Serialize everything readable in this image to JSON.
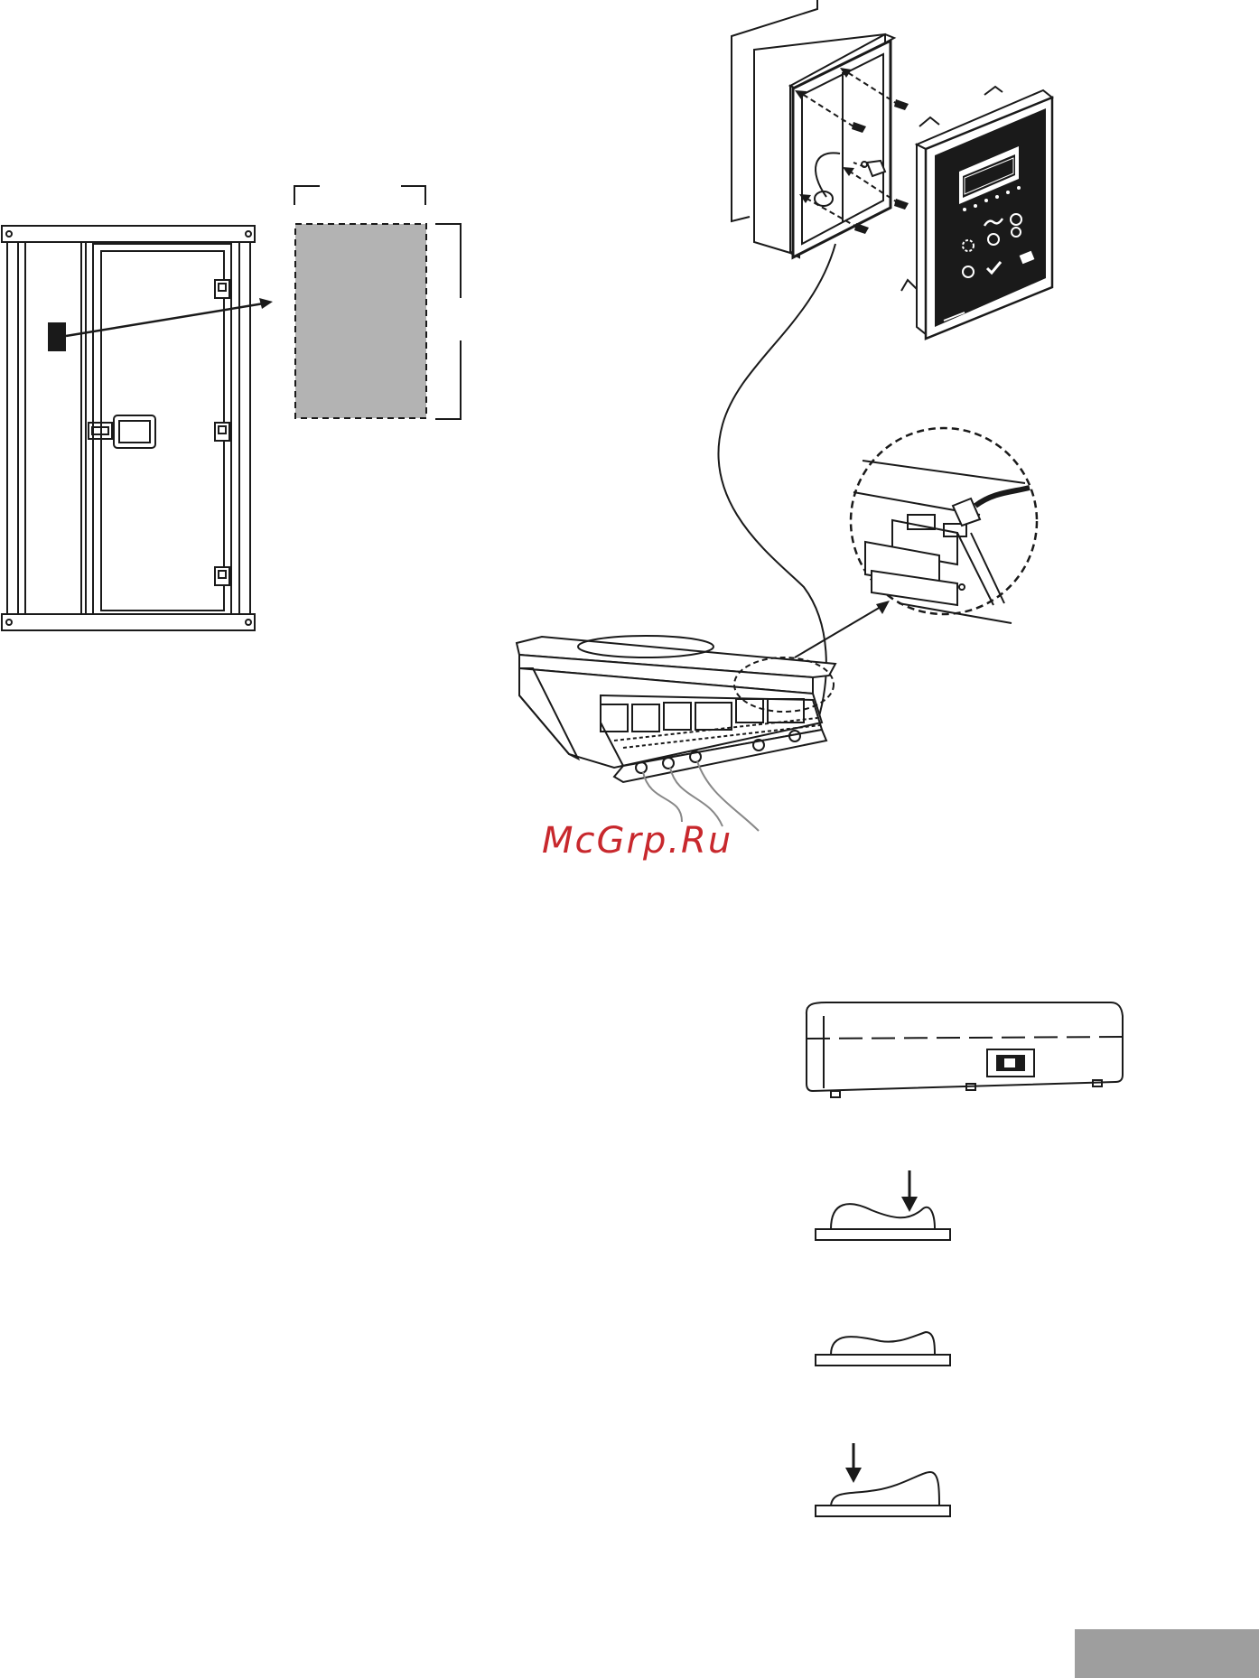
{
  "watermark": {
    "text": "McGrp.Ru"
  },
  "colors": {
    "line": "#1a1a1a",
    "placement_fill": "#b3b3b3",
    "watermark": "#c8282d",
    "footer_bar": "#9e9e9e"
  },
  "icons": {
    "control_panel_buttons": [
      "wave-icon",
      "refresh-icon",
      "fan-icon",
      "cycle-icon",
      "bulb-icon",
      "power-icon",
      "check-icon"
    ]
  },
  "switch_positions": [
    "press-right",
    "neutral",
    "press-left"
  ]
}
